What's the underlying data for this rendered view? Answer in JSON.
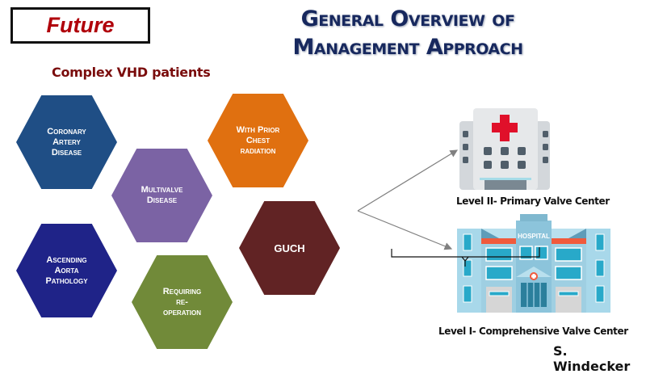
{
  "badge": {
    "label": "Future"
  },
  "title": {
    "line1": "General Overview of",
    "line2": "Management Approach"
  },
  "subtitle": "Complex VHD patients",
  "categories": [
    {
      "id": "coronary",
      "lines": [
        "Coronary",
        "Artery",
        "Disease"
      ],
      "color": "#1f4e85"
    },
    {
      "id": "multivalve",
      "lines": [
        "Multivalve",
        "Disease"
      ],
      "color": "#7b63a4"
    },
    {
      "id": "radiation",
      "lines": [
        "With Prior",
        "Chest",
        "radiation"
      ],
      "color": "#e07010"
    },
    {
      "id": "ascending",
      "lines": [
        "Ascending",
        "Aorta",
        "Pathology"
      ],
      "color": "#1f2388"
    },
    {
      "id": "reoperation",
      "lines": [
        "Requiring",
        "re-",
        "operation"
      ],
      "color": "#718a39"
    },
    {
      "id": "guch",
      "lines": [
        "GUCH"
      ],
      "color": "#612324"
    }
  ],
  "centers": {
    "level2": {
      "label": "Level II- Primary Valve Center",
      "icon": "hospital-small-icon"
    },
    "level1": {
      "label": "Level I- Comprehensive Valve Center",
      "icon": "hospital-large-icon",
      "sign": "HOSPITAL"
    }
  },
  "author": "S. Windecker"
}
